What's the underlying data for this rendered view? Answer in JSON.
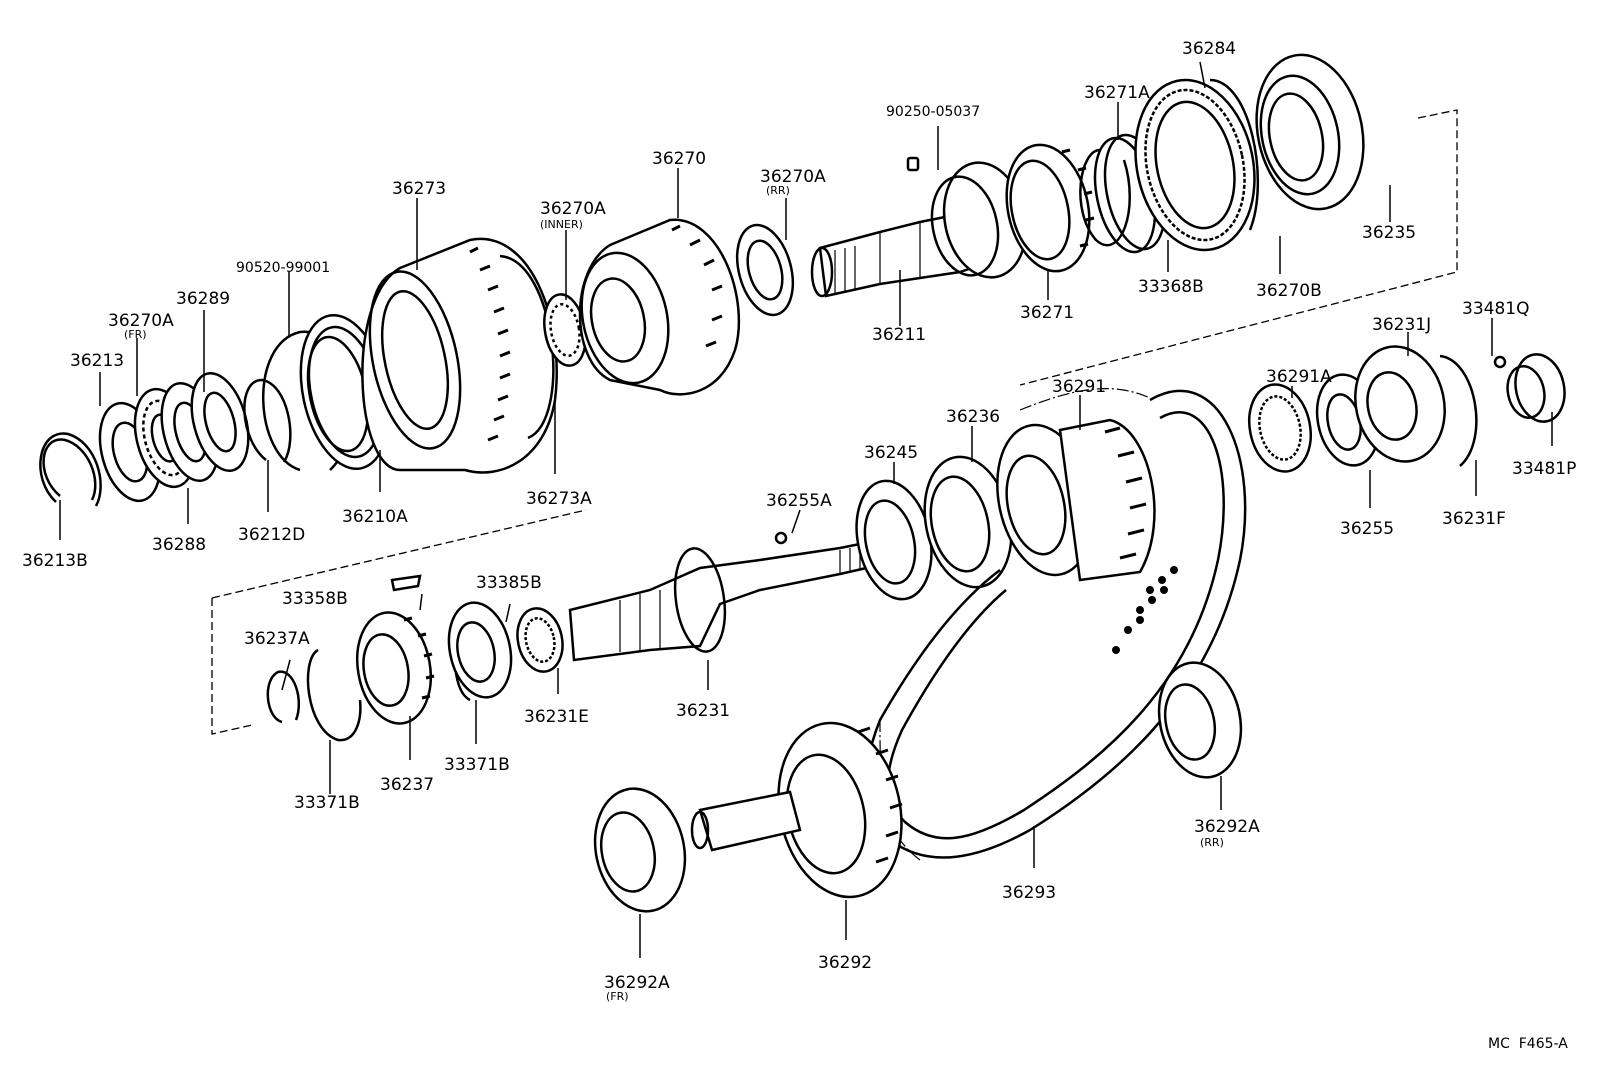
{
  "parts": {
    "p36284": {
      "label": "36284"
    },
    "p90250": {
      "label": "90250-05037"
    },
    "p36271A": {
      "label": "36271A"
    },
    "p36270": {
      "label": "36270"
    },
    "p36270A_rr": {
      "label": "36270A",
      "qualifier": "(RR)"
    },
    "p36273": {
      "label": "36273"
    },
    "p36270A_inner": {
      "label": "36270A",
      "qualifier": "(INNER)"
    },
    "p90520": {
      "label": "90520-99001"
    },
    "p36289": {
      "label": "36289"
    },
    "p36270A_fr": {
      "label": "36270A",
      "qualifier": "(FR)"
    },
    "p36213": {
      "label": "36213"
    },
    "p36235": {
      "label": "36235"
    },
    "p36211": {
      "label": "36211"
    },
    "p36271": {
      "label": "36271"
    },
    "p33368B": {
      "label": "33368B"
    },
    "p36270B": {
      "label": "36270B"
    },
    "p36231J": {
      "label": "36231J"
    },
    "p33481Q": {
      "label": "33481Q"
    },
    "p36291A": {
      "label": "36291A"
    },
    "p36291": {
      "label": "36291"
    },
    "p36236": {
      "label": "36236"
    },
    "p36245": {
      "label": "36245"
    },
    "p36255A": {
      "label": "36255A"
    },
    "p33481P": {
      "label": "33481P"
    },
    "p36255": {
      "label": "36255"
    },
    "p36231F": {
      "label": "36231F"
    },
    "p36213B": {
      "label": "36213B"
    },
    "p36288": {
      "label": "36288"
    },
    "p36212D": {
      "label": "36212D"
    },
    "p36210A": {
      "label": "36210A"
    },
    "p36273A": {
      "label": "36273A"
    },
    "p33358B": {
      "label": "33358B"
    },
    "p33385B": {
      "label": "33385B"
    },
    "p36237A": {
      "label": "36237A"
    },
    "p36231E": {
      "label": "36231E"
    },
    "p36231": {
      "label": "36231"
    },
    "p33371B_a": {
      "label": "33371B"
    },
    "p33371B_b": {
      "label": "33371B"
    },
    "p36237": {
      "label": "36237"
    },
    "p36292A_rr": {
      "label": "36292A",
      "qualifier": "(RR)"
    },
    "p36293": {
      "label": "36293"
    },
    "p36292": {
      "label": "36292"
    },
    "p36292A_fr": {
      "label": "36292A",
      "qualifier": "(FR)"
    }
  },
  "figure_code": "MC  F465-A"
}
